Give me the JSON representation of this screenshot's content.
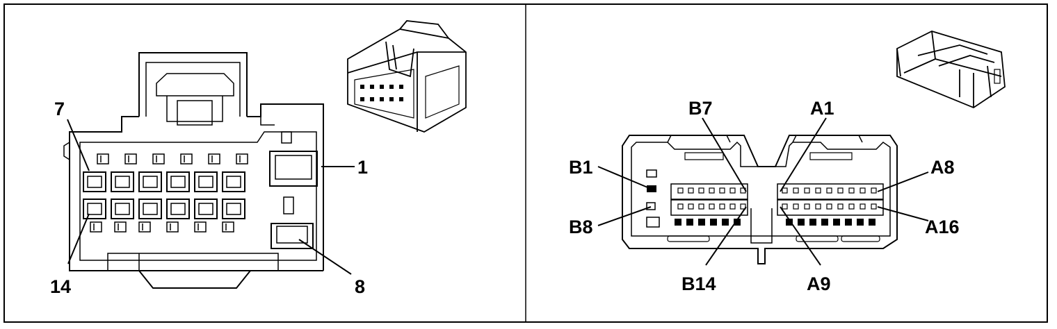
{
  "left_panel": {
    "labels": {
      "pin_7": "7",
      "pin_1": "1",
      "pin_14": "14",
      "pin_8": "8"
    }
  },
  "right_panel": {
    "labels": {
      "b7": "B7",
      "a1": "A1",
      "b1": "B1",
      "a8": "A8",
      "b8": "B8",
      "a16": "A16",
      "b14": "B14",
      "a9": "A9"
    }
  }
}
